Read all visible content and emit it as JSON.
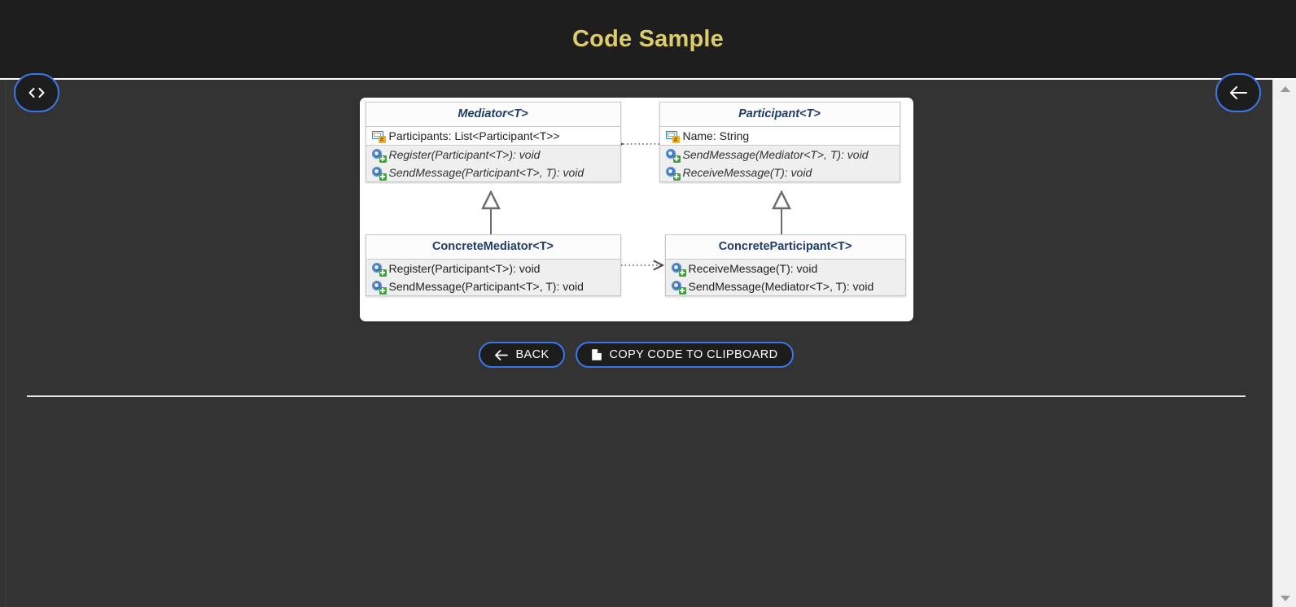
{
  "header": {
    "title": "Code Sample",
    "title_color": "#ddcc6b",
    "background": "#1e1e1e"
  },
  "nav": {
    "code_toggle": {
      "name": "code-toggle-button",
      "icon": "code-brackets-icon",
      "label": "<>"
    },
    "top_back": {
      "name": "top-back-button",
      "icon": "arrow-left-icon",
      "label": ""
    }
  },
  "diagram": {
    "type": "uml-class-diagram",
    "pattern": "Mediator",
    "classes": [
      {
        "id": "mediator",
        "name": "Mediator<T>",
        "stereotype": "abstract",
        "fields": [
          {
            "icon": "field-icon",
            "text": "Participants: List<Participant<T>>"
          }
        ],
        "methods": [
          {
            "icon": "method-icon",
            "text": "Register(Participant<T>): void"
          },
          {
            "icon": "method-icon",
            "text": "SendMessage(Participant<T>, T): void"
          }
        ]
      },
      {
        "id": "participant",
        "name": "Participant<T>",
        "stereotype": "abstract",
        "fields": [
          {
            "icon": "field-icon",
            "text": "Name: String"
          }
        ],
        "methods": [
          {
            "icon": "method-icon",
            "text": "SendMessage(Mediator<T>, T): void"
          },
          {
            "icon": "method-icon",
            "text": "ReceiveMessage(T): void"
          }
        ]
      },
      {
        "id": "concrete-mediator",
        "name": "ConcreteMediator<T>",
        "stereotype": "concrete",
        "fields": [],
        "methods": [
          {
            "icon": "method-icon",
            "text": "Register(Participant<T>): void"
          },
          {
            "icon": "method-icon",
            "text": "SendMessage(Participant<T>, T): void"
          }
        ]
      },
      {
        "id": "concrete-participant",
        "name": "ConcreteParticipant<T>",
        "stereotype": "concrete",
        "fields": [],
        "methods": [
          {
            "icon": "method-icon",
            "text": "ReceiveMessage(T): void"
          },
          {
            "icon": "method-icon",
            "text": "SendMessage(Mediator<T>, T): void"
          }
        ]
      }
    ],
    "relations": [
      {
        "from": "participant",
        "to": "mediator",
        "kind": "dependency",
        "style": "dotted-open-arrow"
      },
      {
        "from": "concrete-mediator",
        "to": "mediator",
        "kind": "generalization",
        "style": "solid-hollow-triangle"
      },
      {
        "from": "concrete-participant",
        "to": "participant",
        "kind": "generalization",
        "style": "solid-hollow-triangle"
      },
      {
        "from": "concrete-mediator",
        "to": "concrete-participant",
        "kind": "dependency",
        "style": "dotted-open-arrow"
      }
    ]
  },
  "actions": {
    "back": {
      "label": "BACK",
      "icon": "arrow-left-icon"
    },
    "copy": {
      "label": "COPY CODE TO CLIPBOARD",
      "icon": "copy-document-icon"
    }
  },
  "scrollbar": {
    "up": "scroll-up-arrow",
    "down": "scroll-down-arrow"
  }
}
